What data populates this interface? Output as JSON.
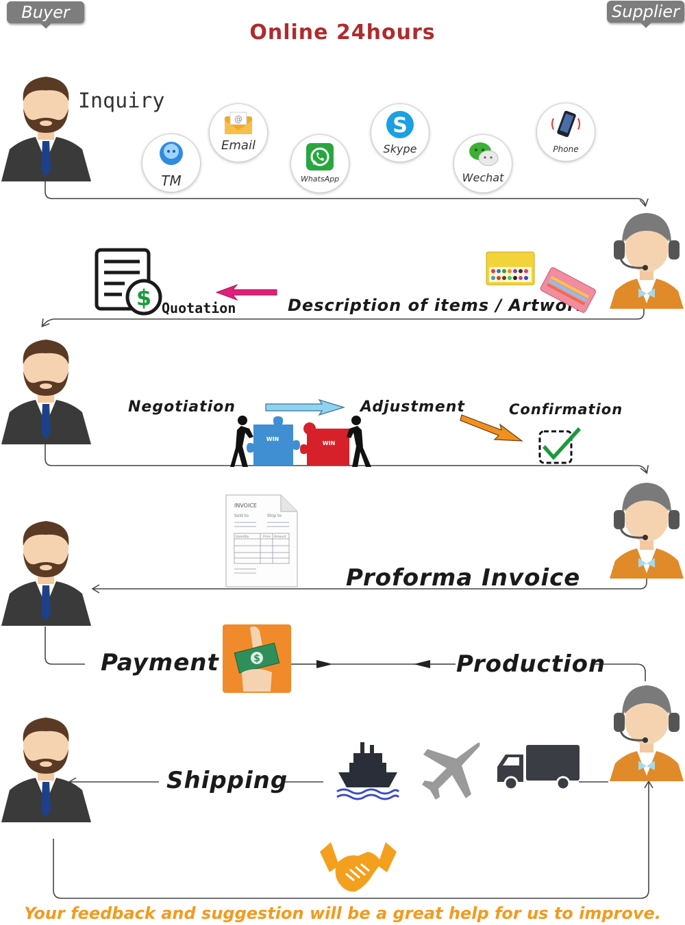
{
  "header": {
    "buyer_label": "Buyer",
    "supplier_label": "Supplier",
    "title": "Online 24hours"
  },
  "inquiry": {
    "label": "Inquiry",
    "channels": [
      {
        "label": "TM",
        "icon": "tm-chat-icon"
      },
      {
        "label": "Email",
        "icon": "email-icon"
      },
      {
        "label": "WhatsApp",
        "icon": "whatsapp-icon"
      },
      {
        "label": "Skype",
        "icon": "skype-icon"
      },
      {
        "label": "Wechat",
        "icon": "wechat-icon"
      },
      {
        "label": "Phone",
        "icon": "phone-icon"
      }
    ]
  },
  "quotation": {
    "quotation_label": "Quotation",
    "description_label": "Description of items / Artwork"
  },
  "negotiation": {
    "negotiation_label": "Negotiation",
    "adjustment_label": "Adjustment",
    "confirmation_label": "Confirmation",
    "puzzle_left": "WIN",
    "puzzle_right": "WIN"
  },
  "invoice": {
    "label": "Proforma Invoice",
    "doc_title": "INVOICE",
    "sold_to": "Sold to",
    "ship_to": "Ship to",
    "col_quantity": "Quantity",
    "col_price": "Price",
    "col_amount": "Amount"
  },
  "payment": {
    "payment_label": "Payment",
    "production_label": "Production"
  },
  "shipping": {
    "label": "Shipping"
  },
  "footer": {
    "feedback": "Your feedback and suggestion will be a great help for us to improve."
  },
  "colors": {
    "title": "#b02a2e",
    "feedback": "#f39a1e",
    "bubble": "#7d7d7d",
    "arrow_pink": "#e0207a",
    "arrow_blue": "#8fd3f0",
    "arrow_orange": "#f0901e",
    "puzzle_blue": "#3f8fd2",
    "puzzle_red": "#d6212a",
    "check_green": "#1b9a3b"
  }
}
